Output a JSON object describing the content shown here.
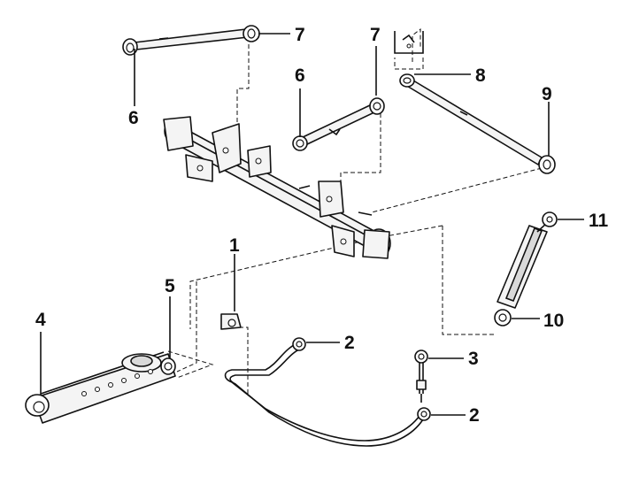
{
  "diagram": {
    "callouts": {
      "c1": "1",
      "c2a": "2",
      "c2b": "2",
      "c3": "3",
      "c4": "4",
      "c5": "5",
      "c6a": "6",
      "c6b": "6",
      "c7a": "7",
      "c7b": "7",
      "c8": "8",
      "c9": "9",
      "c10": "10",
      "c11": "11"
    }
  }
}
